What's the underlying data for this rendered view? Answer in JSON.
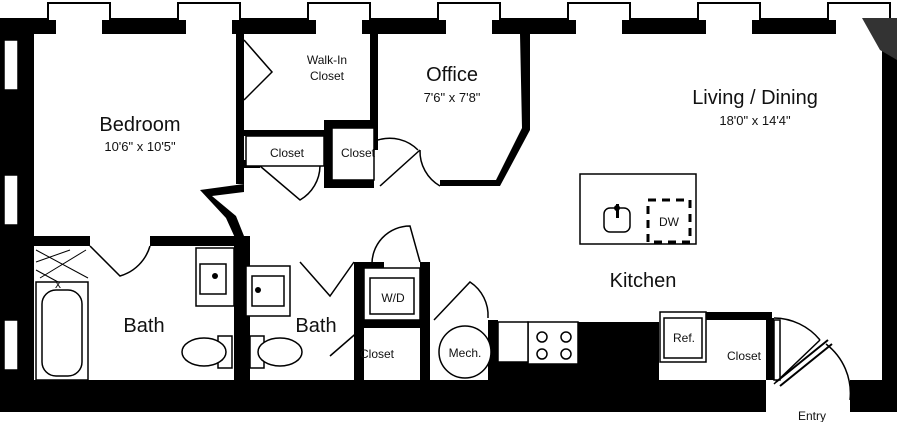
{
  "rooms": {
    "bedroom": {
      "name": "Bedroom",
      "dims": "10'6\" x 10'5\""
    },
    "office": {
      "name": "Office",
      "dims": "7'6\" x 7'8\""
    },
    "living": {
      "name": "Living / Dining",
      "dims": "18'0\" x 14'4\""
    },
    "kitchen": {
      "name": "Kitchen"
    },
    "bath_left": {
      "name": "Bath"
    },
    "bath_right": {
      "name": "Bath"
    }
  },
  "closets": {
    "walk_in_line1": "Walk-In",
    "walk_in_line2": "Closet",
    "closet_a": "Closet",
    "closet_b": "Closet",
    "closet_c": "Closet",
    "closet_entry": "Closet"
  },
  "fixtures": {
    "washer_dryer": "W/D",
    "mechanical": "Mech.",
    "refrigerator": "Ref.",
    "dishwasher": "DW"
  },
  "entry_label": "Entry"
}
